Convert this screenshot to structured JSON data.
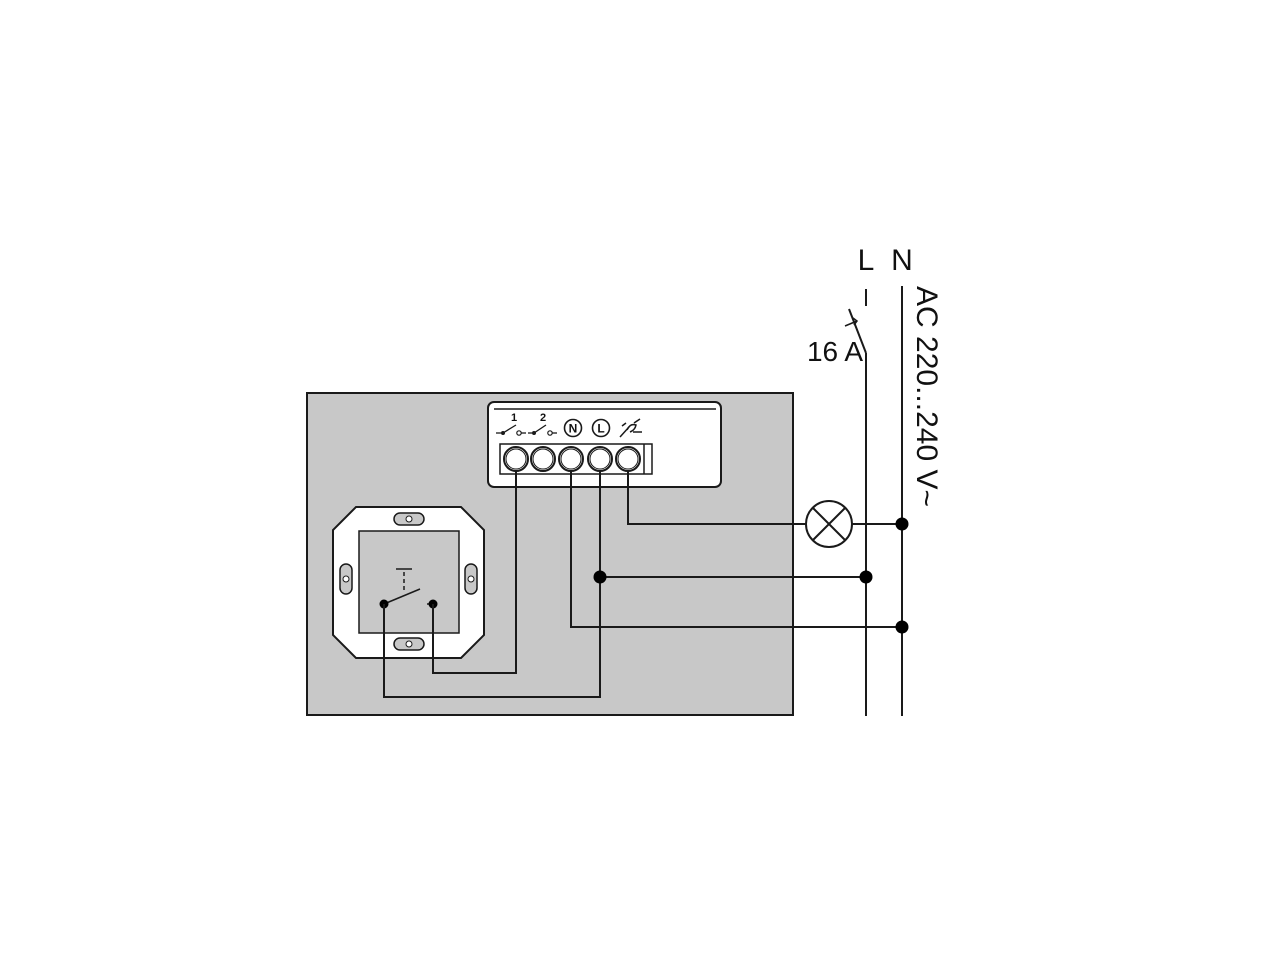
{
  "colors": {
    "background": "#ffffff",
    "housing_fill": "#c8c8c8",
    "line": "#1a1a1a",
    "terminal_block_fill": "#ffffff"
  },
  "supply": {
    "line_label": "L",
    "neutral_label": "N",
    "fuse_rating": "16 A",
    "voltage_label": "AC 220...240 V~"
  },
  "terminal_block": {
    "terminals": [
      {
        "label": "1",
        "icon": "switch-contact-icon"
      },
      {
        "label": "2",
        "icon": "switch-contact-icon"
      },
      {
        "label": "N",
        "icon": "circled-letter-icon"
      },
      {
        "label": "L",
        "icon": "circled-letter-icon"
      },
      {
        "label": "",
        "icon": "switched-output-icon"
      }
    ]
  },
  "components": {
    "lamp_icon": "lamp-icon",
    "push_button_icon": "push-button-switch-icon",
    "fuse_icon": "circuit-breaker-icon"
  }
}
